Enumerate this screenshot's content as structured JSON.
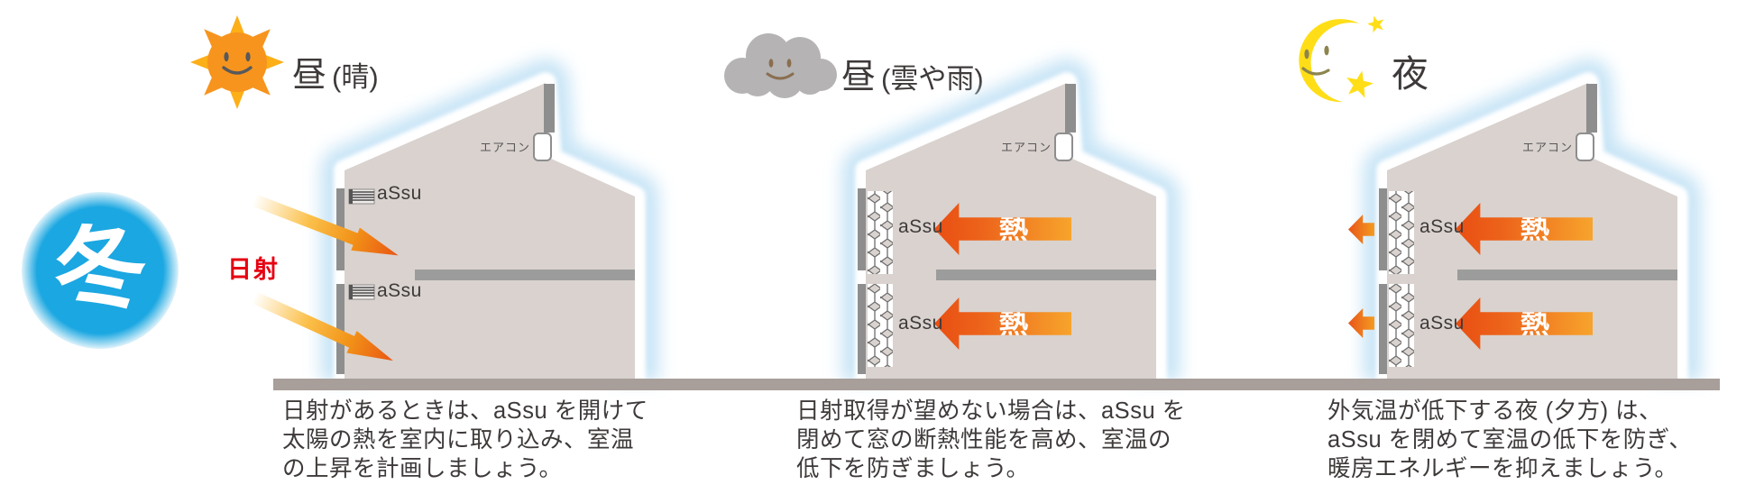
{
  "season_badge": {
    "label": "冬"
  },
  "solar_arrow_label": "日射",
  "panels": [
    {
      "title": "昼",
      "title_sub": "(晴)",
      "icon": "sun",
      "aircon_label": "エアコン",
      "assu_upper": "aSsu",
      "assu_lower": "aSsu",
      "caption_lines": [
        "日射があるときは、aSsu を開けて",
        "太陽の熱を室内に取り込み、室温",
        "の上昇を計画しましょう。"
      ]
    },
    {
      "title": "昼",
      "title_sub": "(雲や雨)",
      "icon": "cloud",
      "aircon_label": "エアコン",
      "assu_upper": "aSsu",
      "assu_lower": "aSsu",
      "heat_upper": "熱",
      "heat_lower": "熱",
      "caption_lines": [
        "日射取得が望めない場合は、aSsu を",
        "閉めて窓の断熱性能を高め、室温の",
        "低下を防ぎましょう。"
      ]
    },
    {
      "title": "夜",
      "title_sub": "",
      "icon": "moon",
      "aircon_label": "エアコン",
      "assu_upper": "aSsu",
      "assu_lower": "aSsu",
      "heat_upper": "熱",
      "heat_lower": "熱",
      "caption_lines": [
        "外気温が低下する夜 (夕方) は、",
        "aSsu を閉めて室温の低下を防ぎ、",
        "暖房エネルギーを抑えましょう。"
      ]
    }
  ],
  "colors": {
    "winter_badge": "#1ba7e1",
    "solar_red": "#e60012",
    "heat_arrow": "#ea5514",
    "house_body": "#d9d2cf",
    "house_glow": "#c2e2f5",
    "ground": "#a89e9a"
  }
}
